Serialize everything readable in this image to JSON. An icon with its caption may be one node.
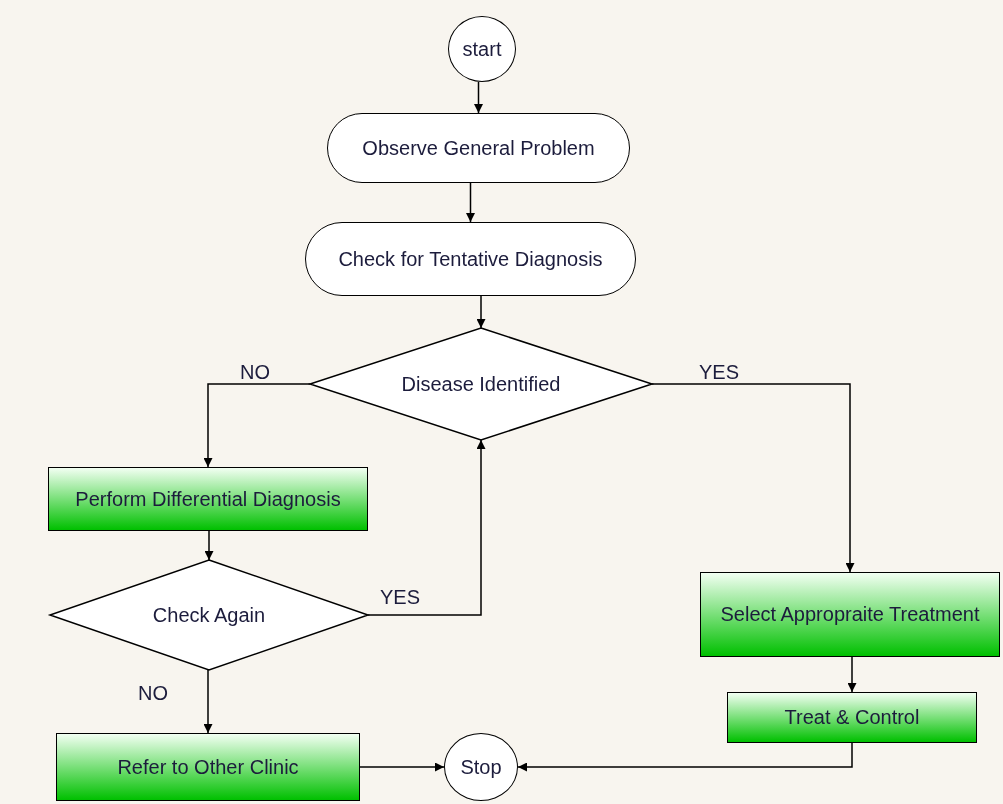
{
  "diagram": {
    "nodes": [
      {
        "text": [
          "start"
        ]
      },
      {
        "text": [
          "Observe General Problem"
        ]
      },
      {
        "text": [
          "Check for Tentative Diagnosis"
        ]
      },
      {
        "text": [
          "Disease Identified"
        ]
      },
      {
        "text": [
          "Perform Differential Diagnosis"
        ]
      },
      {
        "text": [
          "Check Again"
        ]
      },
      {
        "text": [
          "Select Appropraite Treatment"
        ]
      },
      {
        "text": [
          "Refer to Other Clinic"
        ]
      },
      {
        "text": [
          "Stop"
        ]
      },
      {
        "text": [
          "Treat & Control"
        ]
      }
    ],
    "edges": [
      {
        "from": 0,
        "to": 1,
        "arrow": "to"
      },
      {
        "from": 1,
        "to": 2,
        "arrow": "to"
      },
      {
        "from": 2,
        "to": 3,
        "arrow": "to"
      },
      {
        "from": 3,
        "to": 4,
        "arrow": "to",
        "label": "NO"
      },
      {
        "from": 3,
        "to": 6,
        "arrow": "to",
        "label": "YES"
      },
      {
        "from": 4,
        "to": 5,
        "arrow": "to"
      },
      {
        "from": 5,
        "to": 3,
        "arrow": "to",
        "label": "YES"
      },
      {
        "from": 5,
        "to": 7,
        "arrow": "to",
        "label": "NO"
      },
      {
        "from": 6,
        "to": 9,
        "arrow": "to"
      },
      {
        "from": 7,
        "to": 8,
        "arrow": "to"
      },
      {
        "from": 9,
        "to": 8,
        "arrow": "to"
      }
    ]
  }
}
